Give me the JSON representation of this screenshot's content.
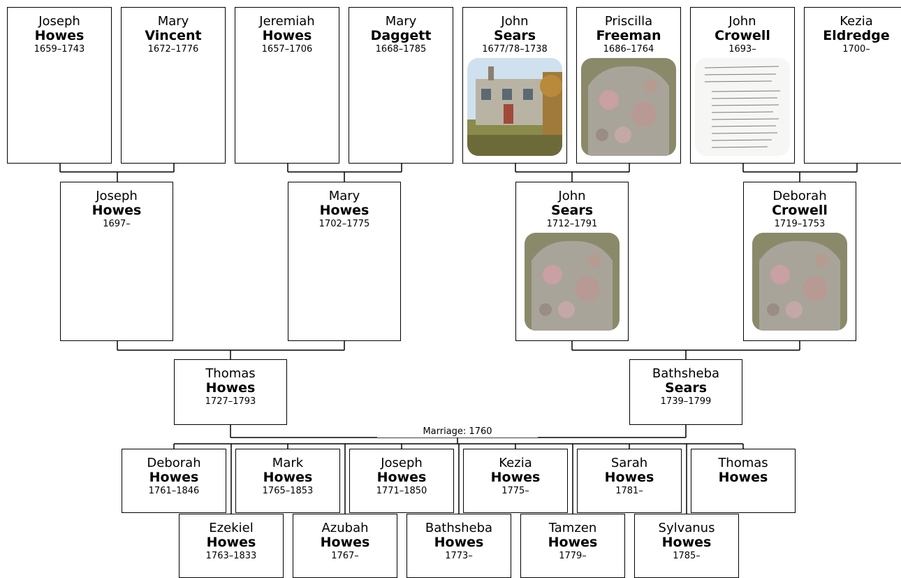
{
  "ancestors": [
    {
      "given": "Joseph",
      "surname": "Howes",
      "years": "1659–1743"
    },
    {
      "given": "Mary",
      "surname": "Vincent",
      "years": "1672–1776"
    },
    {
      "given": "Jeremiah",
      "surname": "Howes",
      "years": "1657–1706"
    },
    {
      "given": "Mary",
      "surname": "Daggett",
      "years": "1668–1785"
    },
    {
      "given": "John",
      "surname": "Sears",
      "years": "1677/78–1738",
      "photo": "house-photo"
    },
    {
      "given": "Priscilla",
      "surname": "Freeman",
      "years": "1686–1764",
      "photo": "gravestone-photo"
    },
    {
      "given": "John",
      "surname": "Crowell",
      "years": "1693–",
      "photo": "document-photo"
    },
    {
      "given": "Kezia",
      "surname": "Eldredge",
      "years": "1700–"
    }
  ],
  "grandparents": [
    {
      "given": "Joseph",
      "surname": "Howes",
      "years": "1697–"
    },
    {
      "given": "Mary",
      "surname": "Howes",
      "years": "1702–1775"
    },
    {
      "given": "John",
      "surname": "Sears",
      "years": "1712–1791",
      "photo": "gravestone-photo"
    },
    {
      "given": "Deborah",
      "surname": "Crowell",
      "years": "1719–1753",
      "photo": "gravestone-photo"
    }
  ],
  "parents": [
    {
      "given": "Thomas",
      "surname": "Howes",
      "years": "1727–1793"
    },
    {
      "given": "Bathsheba",
      "surname": "Sears",
      "years": "1739–1799"
    }
  ],
  "marriage": "Marriage: 1760",
  "children_row1": [
    {
      "given": "Deborah",
      "surname": "Howes",
      "years": "1761–1846"
    },
    {
      "given": "Mark",
      "surname": "Howes",
      "years": "1765–1853"
    },
    {
      "given": "Joseph",
      "surname": "Howes",
      "years": "1771–1850"
    },
    {
      "given": "Kezia",
      "surname": "Howes",
      "years": "1775–"
    },
    {
      "given": "Sarah",
      "surname": "Howes",
      "years": "1781–"
    },
    {
      "given": "Thomas",
      "surname": "Howes",
      "years": ""
    }
  ],
  "children_row2": [
    {
      "given": "Ezekiel",
      "surname": "Howes",
      "years": "1763–1833"
    },
    {
      "given": "Azubah",
      "surname": "Howes",
      "years": "1767–"
    },
    {
      "given": "Bathsheba",
      "surname": "Howes",
      "years": "1773–"
    },
    {
      "given": "Tamzen",
      "surname": "Howes",
      "years": "1779–"
    },
    {
      "given": "Sylvanus",
      "surname": "Howes",
      "years": "1785–"
    }
  ]
}
